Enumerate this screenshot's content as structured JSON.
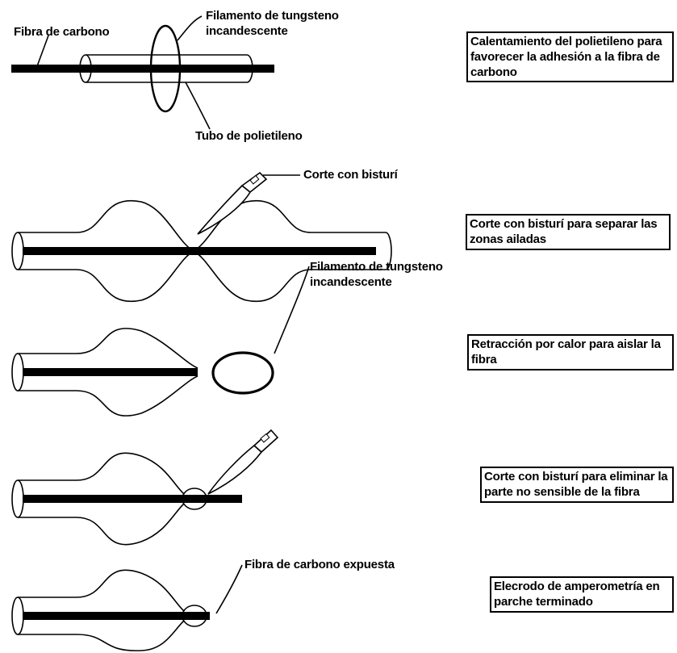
{
  "step1": {
    "labels": {
      "fiber": "Fibra de carbono",
      "filament_line1": "Filamento de tungsteno",
      "filament_line2": "incandescente",
      "tube": "Tubo de polietileno"
    },
    "box": [
      "Calentamiento del polietileno para",
      "favorecer la adhesión a la fibra  de",
      "carbono"
    ]
  },
  "step2": {
    "labels": {
      "scalpel": "Corte con bisturí"
    },
    "box": [
      "Corte con bisturí para separar las",
      "zonas ailadas"
    ]
  },
  "step3": {
    "labels": {
      "filament_line1": "Filamento de tungsteno",
      "filament_line2": "incandescente"
    },
    "box": [
      "Retracción por calor para aislar la",
      "fibra"
    ]
  },
  "step4": {
    "box": [
      "Corte con bisturí para eliminar la",
      "parte no sensible de la fibra"
    ]
  },
  "step5": {
    "labels": {
      "exposed": "Fibra de carbono expuesta"
    },
    "box": [
      "Elecrodo de amperometría en",
      "parche terminado"
    ]
  }
}
